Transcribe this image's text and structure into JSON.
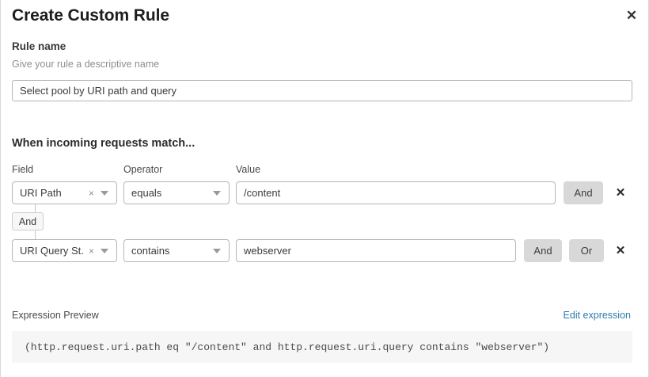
{
  "dialog": {
    "title": "Create Custom Rule",
    "close_label": "✕"
  },
  "rule_name": {
    "label": "Rule name",
    "help": "Give your rule a descriptive name",
    "value": "Select pool by URI path and query",
    "placeholder": "Select pool by URI path and query"
  },
  "match_section": {
    "heading": "When incoming requests match...",
    "columns": {
      "field": "Field",
      "operator": "Operator",
      "value": "Value"
    },
    "connector_chip": "And",
    "rows": [
      {
        "field": "URI Path",
        "field_clear": "×",
        "operator": "equals",
        "value": "/content",
        "buttons": [
          "And"
        ],
        "delete": "✕"
      },
      {
        "field": "URI Query St...",
        "field_clear": "×",
        "operator": "contains",
        "value": "webserver",
        "buttons": [
          "And",
          "Or"
        ],
        "delete": "✕"
      }
    ]
  },
  "expression": {
    "label": "Expression Preview",
    "edit_link": "Edit expression",
    "code": "(http.request.uri.path eq \"/content\" and http.request.uri.query contains \"webserver\")"
  },
  "colors": {
    "link": "#2c7cb0",
    "button_bg": "#d8d8d8",
    "code_bg": "#f6f6f6",
    "border": "#b6b6b6"
  }
}
